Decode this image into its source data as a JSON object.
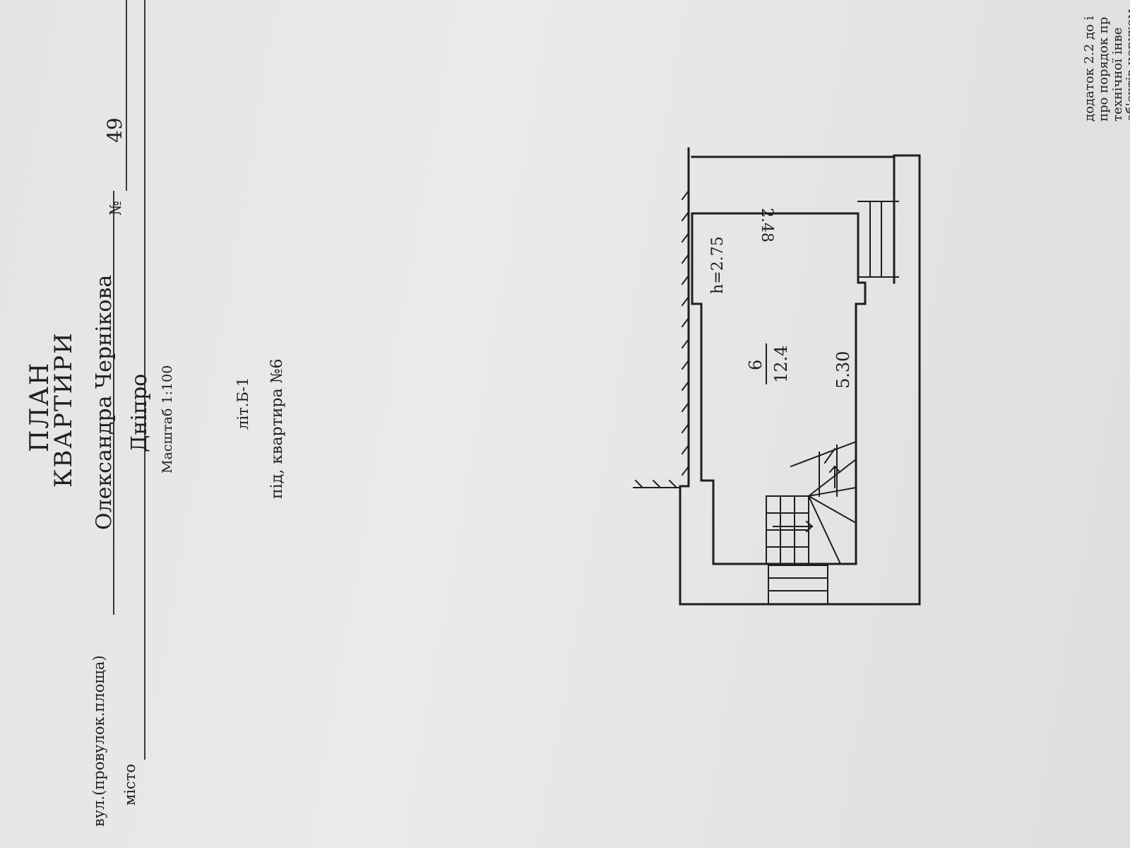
{
  "header": {
    "title_line1": "ПЛАН",
    "title_line2": "КВАРТИРИ"
  },
  "address": {
    "street_label": "вул.(провулок.площа)",
    "street_value": "Олександра Чернікова",
    "number_label": "№",
    "number_value": "49",
    "city_label": "місто",
    "city_value": "Дніпро"
  },
  "scale": "Масштаб 1:100",
  "building": {
    "lit": "літ.Б-1",
    "flat": "під,  квартира №6"
  },
  "corner_note": [
    "додаток 2.2 до і",
    "про порядок пр",
    "технічної інве",
    "об'єктів нерухом"
  ],
  "plan": {
    "room_number": "6",
    "room_area": "12.4",
    "height": "h=2.75",
    "length": "5.30",
    "width": "2.48"
  }
}
